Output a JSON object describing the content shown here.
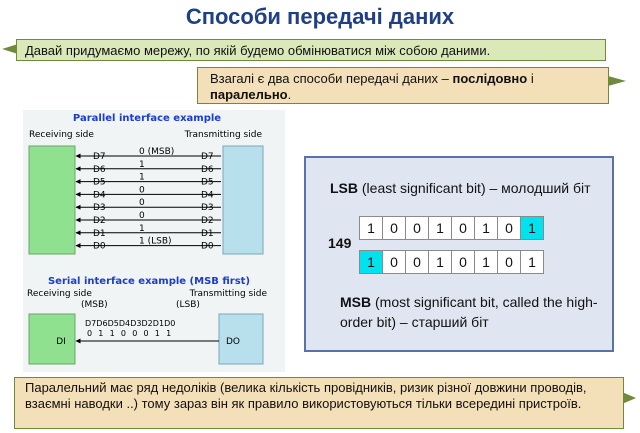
{
  "title": "Способи передачі даних",
  "callout1": "Давай придумаємо  мережу, по якій будемо обмінюватися між собою даними.",
  "callout2": {
    "pre": "Взагалі є два способи передачі даних – ",
    "bold1": "послідовно",
    "mid": " і ",
    "bold2": "паралельно",
    "post": "."
  },
  "callout3": " Паралельний  має ряд недоліків (велика кількість провідників,  ризик різної довжини проводів, взаємні наводки ..) тому зараз він як правило  використовуються тільки всередині пристроїв.",
  "parallel": {
    "title": "Parallel interface example",
    "receiving": "Receiving side",
    "transmitting": "Transmitting side",
    "lines": [
      "D7",
      "D6",
      "D5",
      "D4",
      "D3",
      "D2",
      "D1",
      "D0"
    ],
    "bits": [
      "0 (MSB)",
      "1",
      "1",
      "0",
      "0",
      "0",
      "1",
      "1 (LSB)"
    ]
  },
  "serial": {
    "title": "Serial interface example (MSB first)",
    "receiving": "Receiving side",
    "transmitting": "Transmitting side",
    "msb": "(MSB)",
    "lsb": "(LSB)",
    "in": "DI",
    "out": "DO",
    "labels": [
      "D7",
      "D6",
      "D5",
      "D4",
      "D3",
      "D2",
      "D1",
      "D0"
    ],
    "bits": [
      "0",
      "1",
      "1",
      "0",
      "0",
      "0",
      "1",
      "1"
    ]
  },
  "bitbox": {
    "lsb_bold": "LSB",
    "lsb_text": " (least significant bit) – молодший біт",
    "number": "149",
    "row1": [
      "1",
      "0",
      "0",
      "1",
      "0",
      "1",
      "0",
      "1"
    ],
    "row2": [
      "1",
      "0",
      "0",
      "1",
      "0",
      "1",
      "0",
      "1"
    ],
    "msb_bold": "MSB",
    "msb_text": " (most significant bit, called the high-order bit) – старший біт"
  },
  "colors": {
    "title": "#1f3f86",
    "callout_green": "#dbe8b8",
    "callout_peach": "#f3dfb8",
    "highlight": "#00e3ef",
    "receiver": "#8fe08f",
    "transmitter": "#b8e0ec"
  }
}
